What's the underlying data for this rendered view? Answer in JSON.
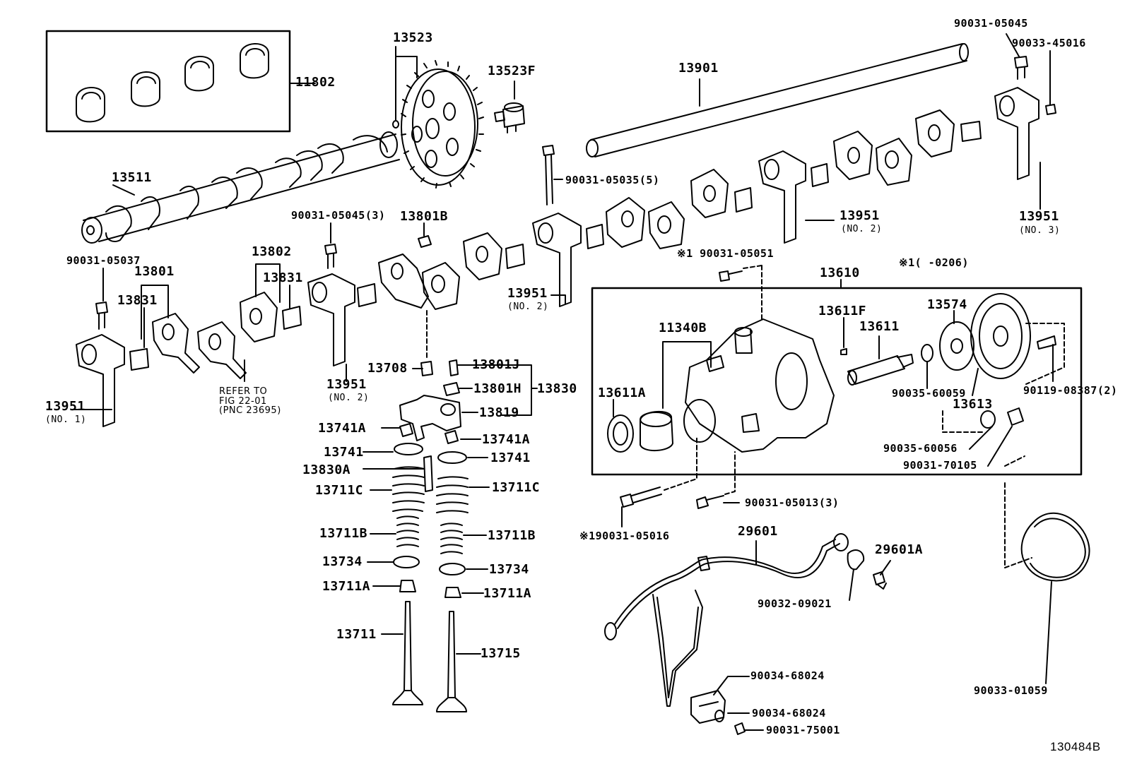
{
  "illustration_number": "130484B",
  "notes": {
    "mark1_range": "※1(   -0206)"
  },
  "refer_note": {
    "line1": "REFER TO",
    "line2": "FIG 22-01",
    "line3": "(PNC 23695)"
  },
  "parts": {
    "p11802": "11802",
    "p13523": "13523",
    "p13523F": "13523F",
    "p13901": "13901",
    "p90031_05045": "90031-05045",
    "p90033_45016": "90033-45016",
    "p13511": "13511",
    "p90031_05035": "90031-05035(5)",
    "p13951_no3": "13951",
    "no3": "(NO. 3)",
    "p13951_no2_right": "13951",
    "no2_right": "(NO. 2)",
    "p90031_05045_3": "90031-05045(3)",
    "p13801B": "13801B",
    "p90031_05051": "※1 90031-05051",
    "p90031_05037": "90031-05037",
    "p13802": "13802",
    "p13801": "13801",
    "p13831_a": "13831",
    "p13831_b": "13831",
    "p13951_no2_mid": "13951",
    "no2_mid": "(NO. 2)",
    "p13610": "13610",
    "p11340B": "11340B",
    "p13611F": "13611F",
    "p13611": "13611",
    "p13574": "13574",
    "p13708": "13708",
    "p13801J": "13801J",
    "p13801H": "13801H",
    "p13830": "13830",
    "p13819": "13819",
    "p13951_no2_left": "13951",
    "no2_left": "(NO. 2)",
    "p13951_no1": "13951",
    "no1": "(NO. 1)",
    "p13611A": "13611A",
    "p90035_60059": "90035-60059",
    "p90119_08387": "90119-08387(2)",
    "p13613": "13613",
    "p13741A_l": "13741A",
    "p13741A_r": "13741A",
    "p13741_l": "13741",
    "p13741_r": "13741",
    "p90035_60056": "90035-60056",
    "p90031_70105": "90031-70105",
    "p13830A": "13830A",
    "p13711C_l": "13711C",
    "p13711C_r": "13711C",
    "p90031_05013": "90031-05013(3)",
    "p90031_05016": "※190031-05016",
    "p29601": "29601",
    "p13711B_l": "13711B",
    "p13711B_r": "13711B",
    "p29601A": "29601A",
    "p13734_l": "13734",
    "p13734_r": "13734",
    "p90032_09021": "90032-09021",
    "p13711A_l": "13711A",
    "p13711A_r": "13711A",
    "p13711": "13711",
    "p13715": "13715",
    "p90034_68024_a": "90034-68024",
    "p90034_68024_b": "90034-68024",
    "p90031_75001": "90031-75001",
    "p90033_01059": "90033-01059"
  }
}
